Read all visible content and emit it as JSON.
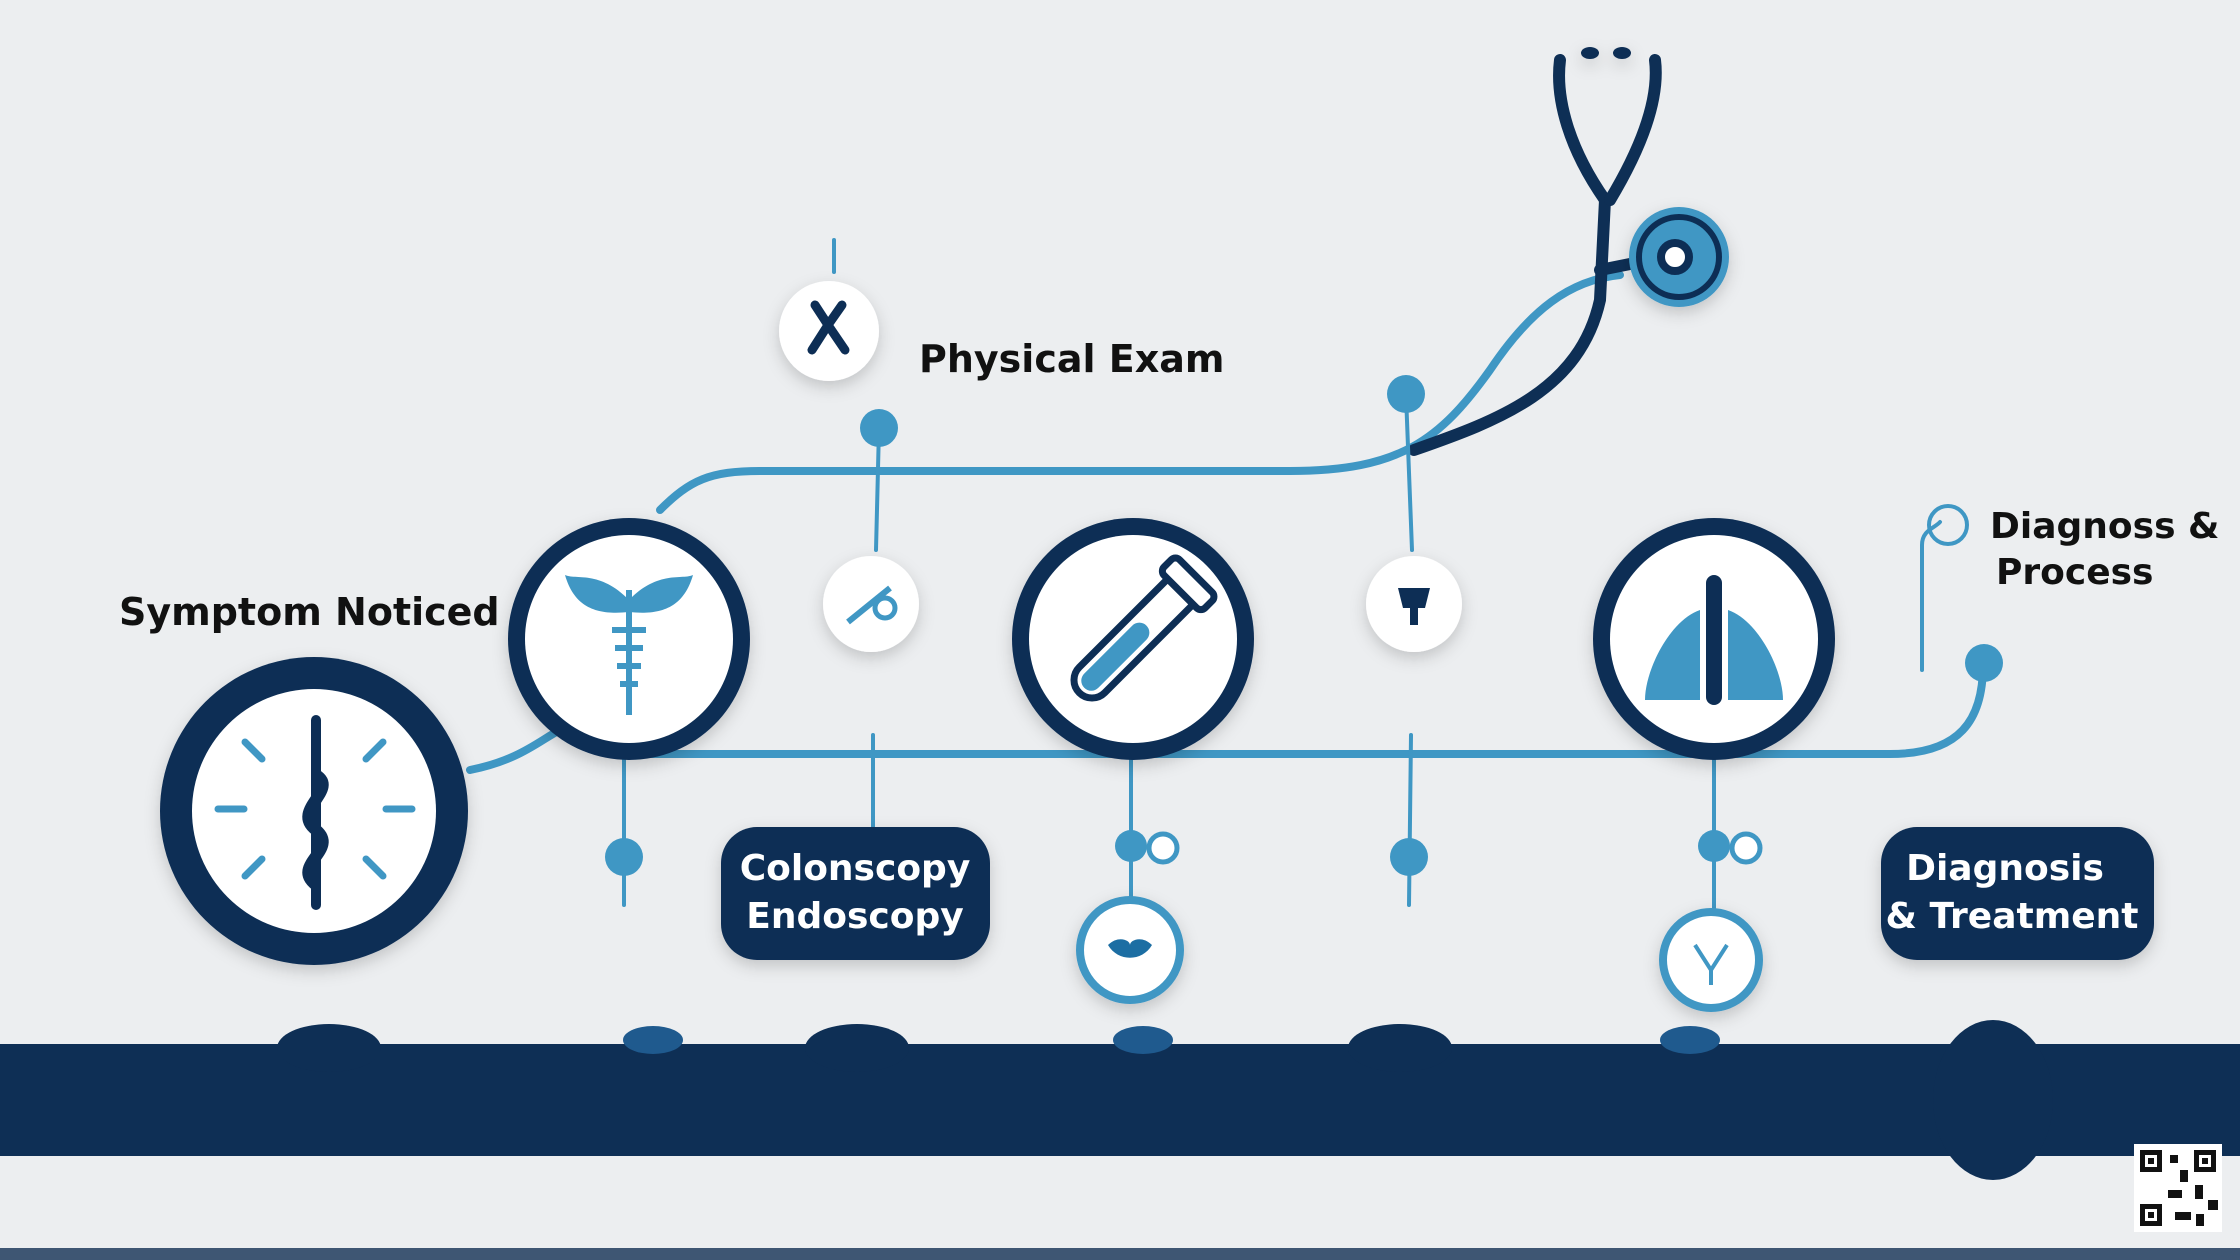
{
  "colors": {
    "navy": "#0e2f55",
    "accent": "#3f97c4",
    "background": "#eceef0"
  },
  "steps": {
    "symptom": "Symptom Noticed",
    "physical_exam": "Physical Exam",
    "diagnoss_line1": "Diagnoss &",
    "diagnoss_line2": "Process",
    "colonoscopy_line1": "Colonscopy",
    "colonoscopy_line2": "Endoscopy",
    "treatment_line1": "Diagnosis",
    "treatment_line2": "& Treatment"
  },
  "icons": [
    "clock-caduceus-icon",
    "caduceus-icon",
    "test-tube-icon",
    "lungs-icon",
    "stethoscope-icon",
    "qr-code-icon"
  ]
}
